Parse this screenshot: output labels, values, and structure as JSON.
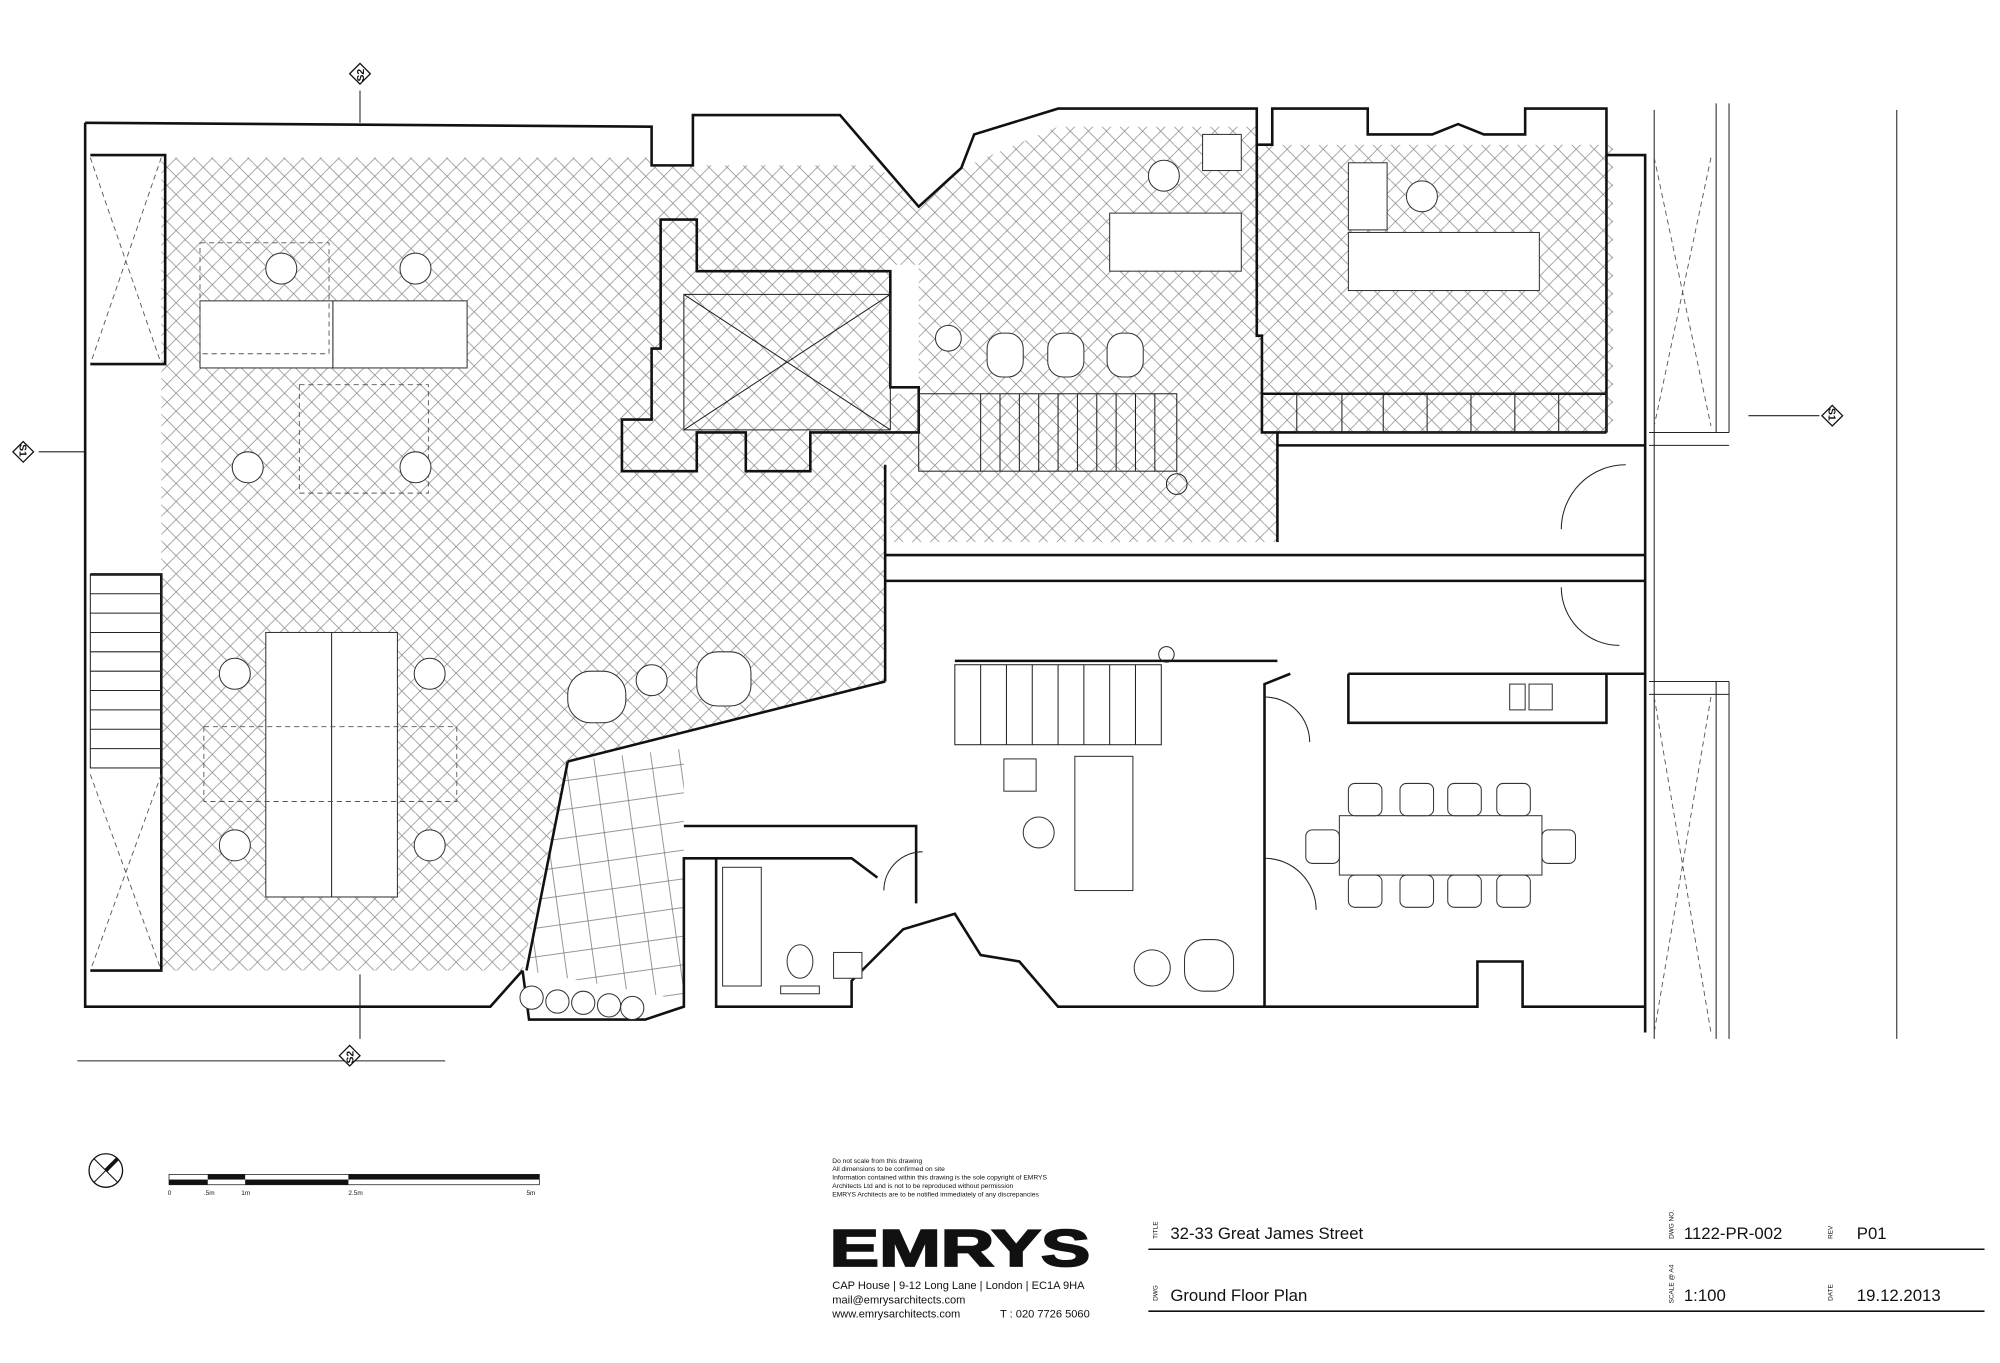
{
  "drawing": {
    "section_markers": {
      "s1": "S1",
      "s2": "S2"
    },
    "scale_bar": {
      "ticks": [
        "0",
        ".5m",
        "1m",
        "2.5m",
        "5m"
      ]
    },
    "notes": [
      "Do not scale from this drawing",
      "All dimensions to be confirmed on site",
      "Information contained within this drawing is the sole copyright of EMRYS",
      "Architects Ltd and is not to be reproduced without permission",
      "EMRYS Architects are to be notified immediately of any discrepancies"
    ],
    "logo": "EMRYS",
    "address": "CAP House | 9-12 Long Lane | London | EC1A 9HA",
    "email": "mail@emrysarchitects.com",
    "website": "www.emrysarchitects.com",
    "phone": "T : 020 7726 5060"
  },
  "title_block": {
    "title_label": "TITLE",
    "title": "32-33 Great James Street",
    "dwg_no_label": "DWG NO.",
    "dwg_no": "1122-PR-002",
    "rev_label": "REV",
    "rev": "P01",
    "dwg_label": "DWG",
    "dwg": "Ground Floor Plan",
    "scale_label": "SCALE @ A4",
    "scale": "1:100",
    "date_label": "DATE",
    "date": "19.12.2013"
  }
}
